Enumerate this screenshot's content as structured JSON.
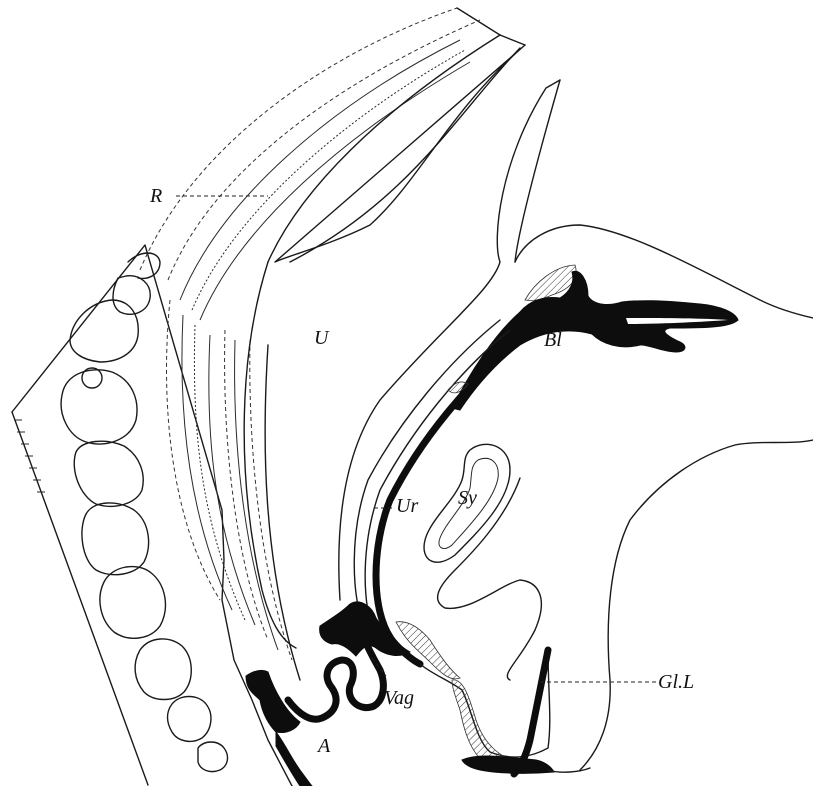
{
  "labels": {
    "R": "R",
    "U": "U",
    "Bl": "Bl",
    "Ur": "Ur",
    "Sy": "Sy",
    "Vag": "Vag",
    "A": "A",
    "GlL": "Gl.L"
  }
}
